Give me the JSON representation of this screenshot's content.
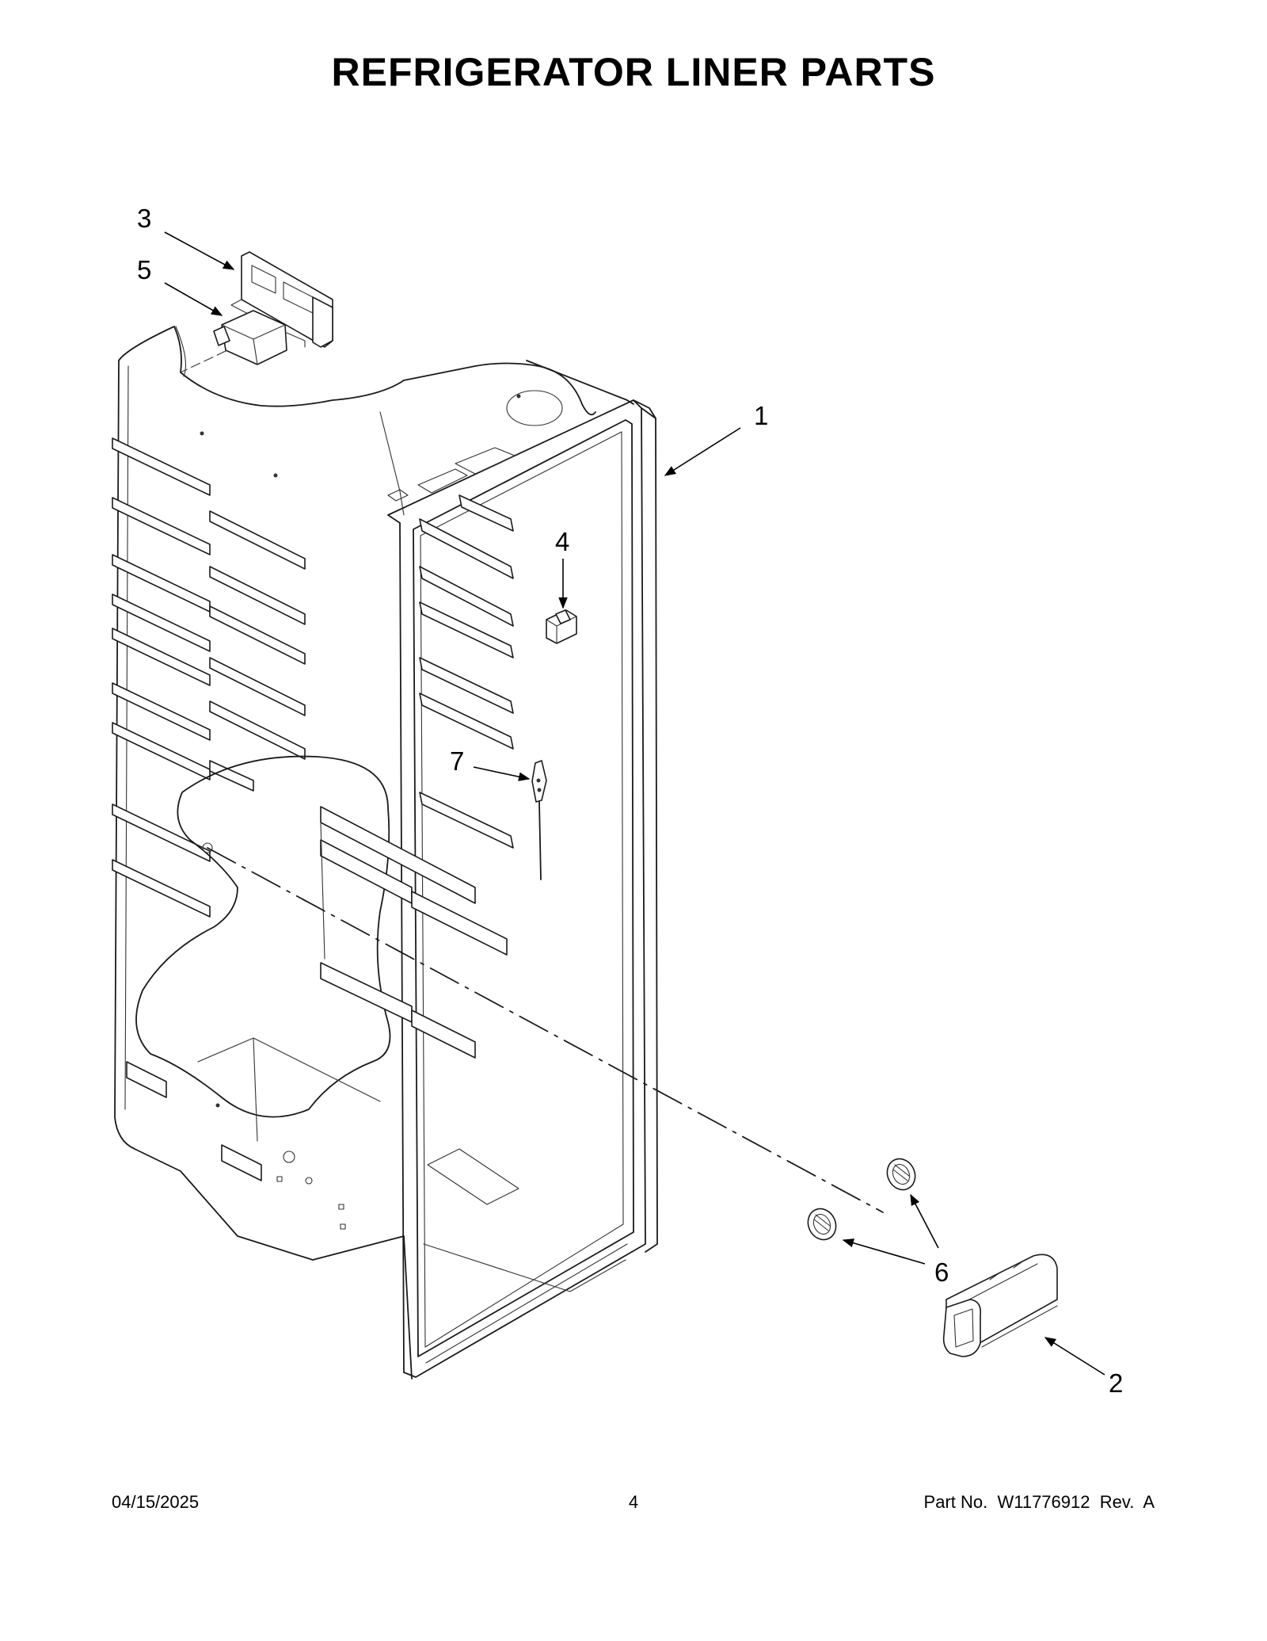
{
  "title": "REFRIGERATOR LINER PARTS",
  "callouts": [
    {
      "id": "1",
      "label": "1"
    },
    {
      "id": "2",
      "label": "2"
    },
    {
      "id": "3",
      "label": "3"
    },
    {
      "id": "4",
      "label": "4"
    },
    {
      "id": "5",
      "label": "5"
    },
    {
      "id": "6",
      "label": "6"
    },
    {
      "id": "7",
      "label": "7"
    }
  ],
  "footer": {
    "date": "04/15/2025",
    "page": "4",
    "part": "Part No.  W11776912  Rev.  A"
  }
}
